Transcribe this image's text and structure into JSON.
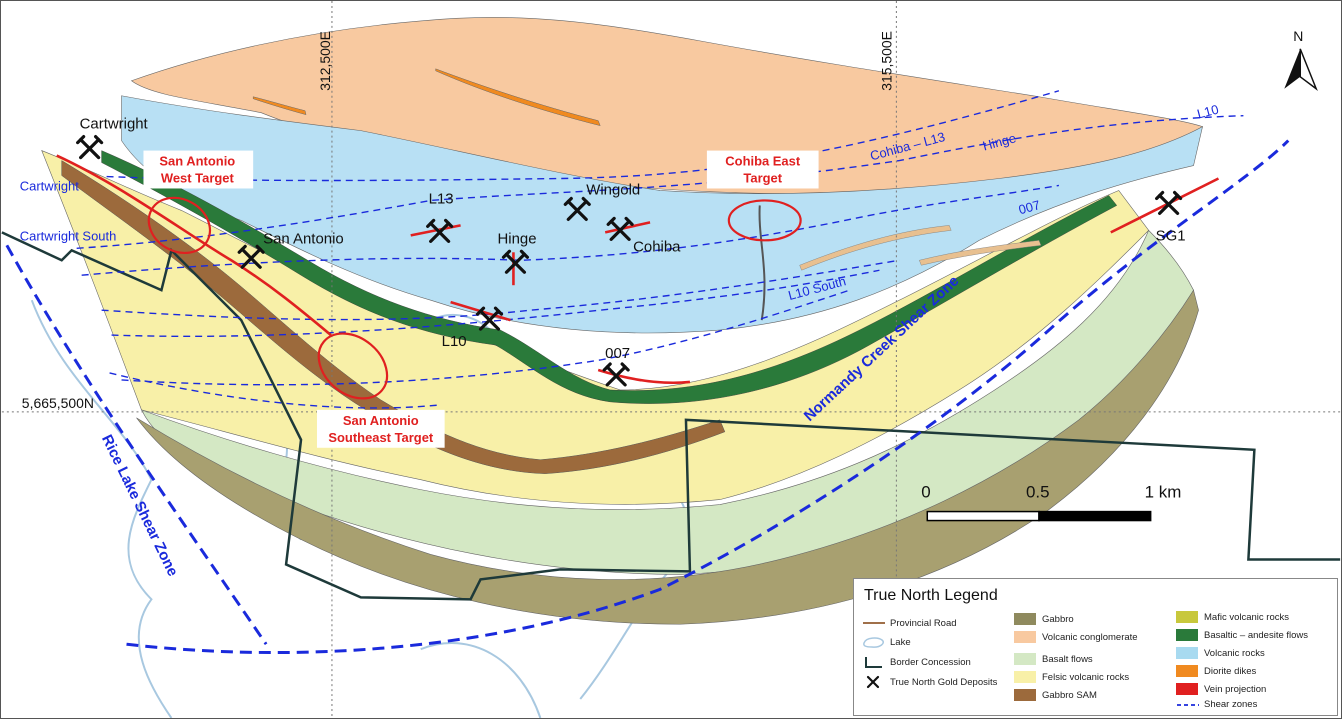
{
  "coordinates": {
    "easting_left": "312,500E",
    "easting_right": "315,500E",
    "northing": "5,665,500N"
  },
  "north_arrow": "N",
  "deposits": [
    "Cartwright",
    "San Antonio",
    "L13",
    "Wingold",
    "Hinge",
    "Cohiba",
    "L10",
    "007",
    "SG1"
  ],
  "targets": {
    "san_antonio_west": "San Antonio West Target",
    "cohiba_east": "Cohiba East Target",
    "san_antonio_southeast": "San Antonio Southeast Target"
  },
  "shear_zones": [
    "Cartwright",
    "Cartwright South",
    "Cohiba – L13",
    "Hinge",
    "L10",
    "007",
    "L10 South",
    "Normandy Creek Shear Zone",
    "Rice Lake Shear Zone"
  ],
  "scale_bar": {
    "labels": [
      "0",
      "0.5",
      "1 km"
    ]
  },
  "legend": {
    "title": "True North Legend",
    "col1": [
      {
        "label": "Provincial Road",
        "icon": "road-line",
        "color": "#a0704a"
      },
      {
        "label": "Lake",
        "icon": "lake-outline",
        "color": "#a8c8e0"
      },
      {
        "label": "Border Concession",
        "icon": "concession-line",
        "color": "#1e3a3a"
      },
      {
        "label": "True North Gold Deposits",
        "icon": "hammer-pick-icon",
        "color": "#000000"
      }
    ],
    "col2": [
      {
        "label": "Gabbro",
        "color": "#8f8a5e"
      },
      {
        "label": "Volcanic conglomerate",
        "color": "#f8c9a0"
      },
      {
        "label": "Basalt flows",
        "color": "#d4e8c4"
      },
      {
        "label": "Felsic volcanic rocks",
        "color": "#f8f0a8"
      },
      {
        "label": "Gabbro SAM",
        "color": "#9c6a3c"
      }
    ],
    "col3": [
      {
        "label": "Mafic volcanic rocks",
        "color": "#c8c83c"
      },
      {
        "label": "Basaltic – andesite flows",
        "color": "#2a7a3a"
      },
      {
        "label": "Volcanic rocks",
        "color": "#a8daf0"
      },
      {
        "label": "Diorite dikes",
        "color": "#f08a20"
      },
      {
        "label": "Vein projection",
        "color": "#e02020"
      },
      {
        "label": "Shear zones",
        "color": "#1a2adc"
      }
    ]
  },
  "colors": {
    "volcanic_rocks": "#b8e0f4",
    "conglomerate": "#f8c9a0",
    "felsic": "#f8f0a8",
    "basalt": "#d4e8c4",
    "gabbro": "#a8a070",
    "gabbro_sam": "#9c6a3c",
    "andesite": "#2a7a3a",
    "shear": "#1a2adc",
    "vein": "#e02020",
    "target": "#e02020"
  }
}
